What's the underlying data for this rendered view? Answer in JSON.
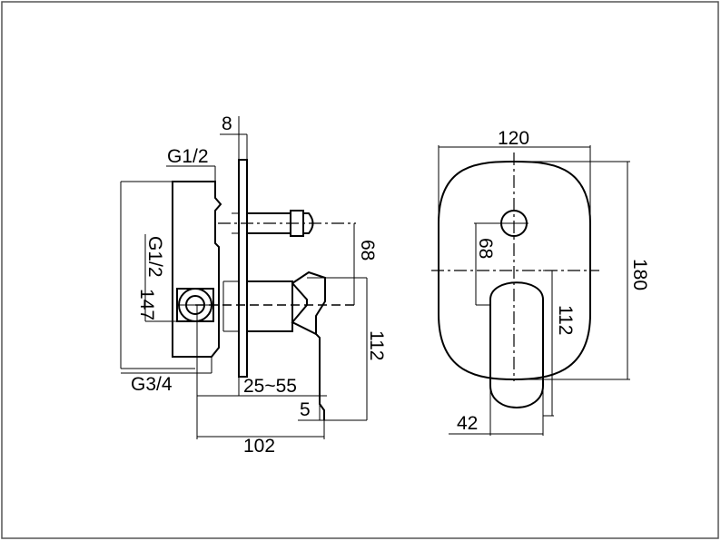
{
  "side_view": {
    "dim_plate_thickness": "8",
    "dim_top_thread": "G1/2",
    "dim_side_thread": "G1/2",
    "dim_body_height": "147",
    "dim_inlet_thread": "G3/4",
    "dim_install_depth": "25~55",
    "dim_handle_offset": "5",
    "dim_total_depth": "102",
    "dim_spout_drop": "68",
    "dim_handle_height": "112"
  },
  "front_view": {
    "dim_width": "120",
    "dim_height": "180",
    "dim_center_distance": "68",
    "dim_lever_length": "112",
    "dim_lever_width": "42"
  }
}
